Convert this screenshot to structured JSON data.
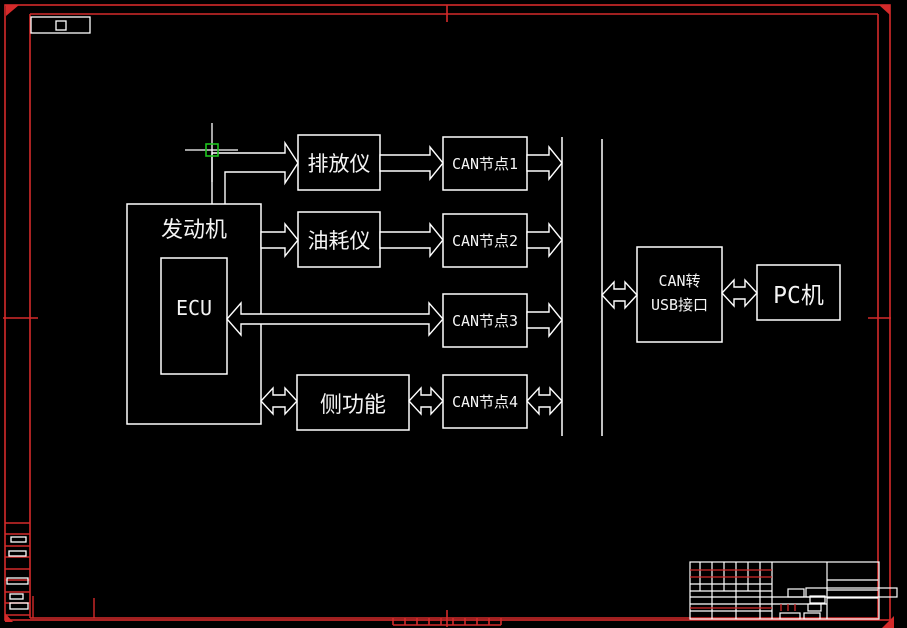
{
  "window": {
    "app_type": "cad-drawing-canvas",
    "background": "#000000"
  },
  "colors": {
    "frame_red": "#d42a2a",
    "line_white": "#ffffff",
    "pickbox_green": "#1fc41f"
  },
  "blocks": {
    "engine": {
      "label": "发动机"
    },
    "ecu": {
      "label": "ECU"
    },
    "emission": {
      "label": "排放仪"
    },
    "fuel": {
      "label": "油耗仪"
    },
    "side_function": {
      "label": "侧功能"
    },
    "can_node1": {
      "label": "CAN节点1"
    },
    "can_node2": {
      "label": "CAN节点2"
    },
    "can_node3": {
      "label": "CAN节点3"
    },
    "can_node4": {
      "label": "CAN节点4"
    },
    "can_usb": {
      "line1": "CAN转",
      "line2": "USB接口"
    },
    "pc": {
      "label": "PC机"
    }
  }
}
